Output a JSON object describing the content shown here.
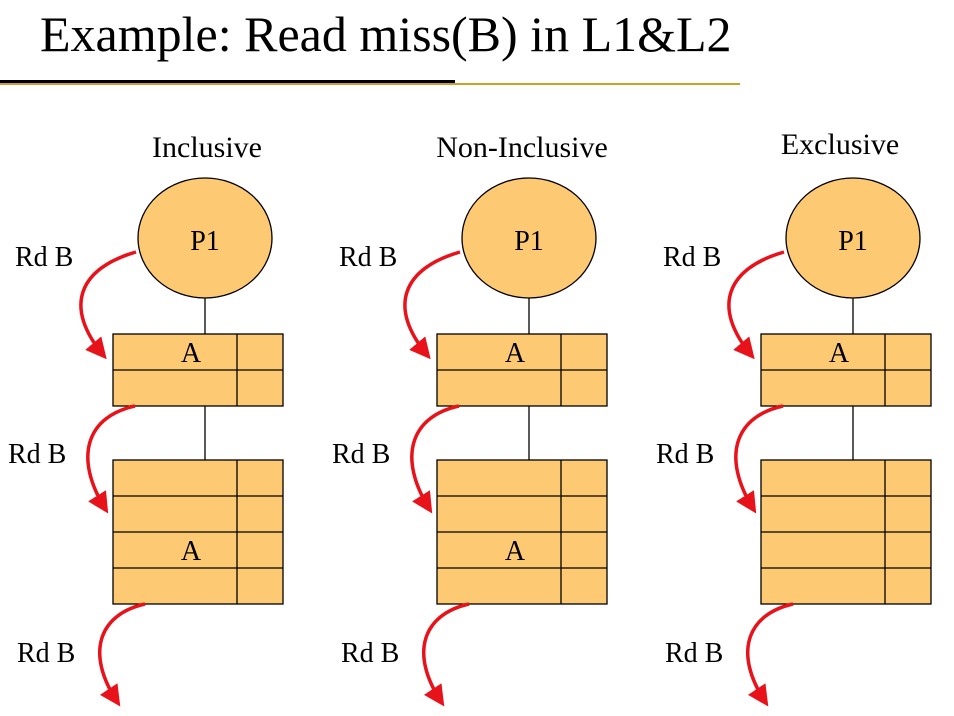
{
  "title": "Example: Read miss(B) in L1&L2",
  "colors": {
    "fill": "#fdc973",
    "stroke": "#000000",
    "arrow": "#e8121a",
    "rule_gold": "#c9a227"
  },
  "columns": [
    {
      "heading": "Inclusive",
      "processor": "P1",
      "request_labels": [
        "Rd B",
        "Rd B",
        "Rd B"
      ],
      "l1_rows": [
        "A",
        ""
      ],
      "l2_rows": [
        "",
        "",
        "A",
        ""
      ]
    },
    {
      "heading": "Non-Inclusive",
      "processor": "P1",
      "request_labels": [
        "Rd B",
        "Rd B",
        "Rd B"
      ],
      "l1_rows": [
        "A",
        ""
      ],
      "l2_rows": [
        "",
        "",
        "A",
        ""
      ]
    },
    {
      "heading": "Exclusive",
      "processor": "P1",
      "request_labels": [
        "Rd B",
        "Rd B",
        "Rd B"
      ],
      "l1_rows": [
        "A",
        ""
      ],
      "l2_rows": [
        "",
        "",
        "",
        ""
      ]
    }
  ]
}
